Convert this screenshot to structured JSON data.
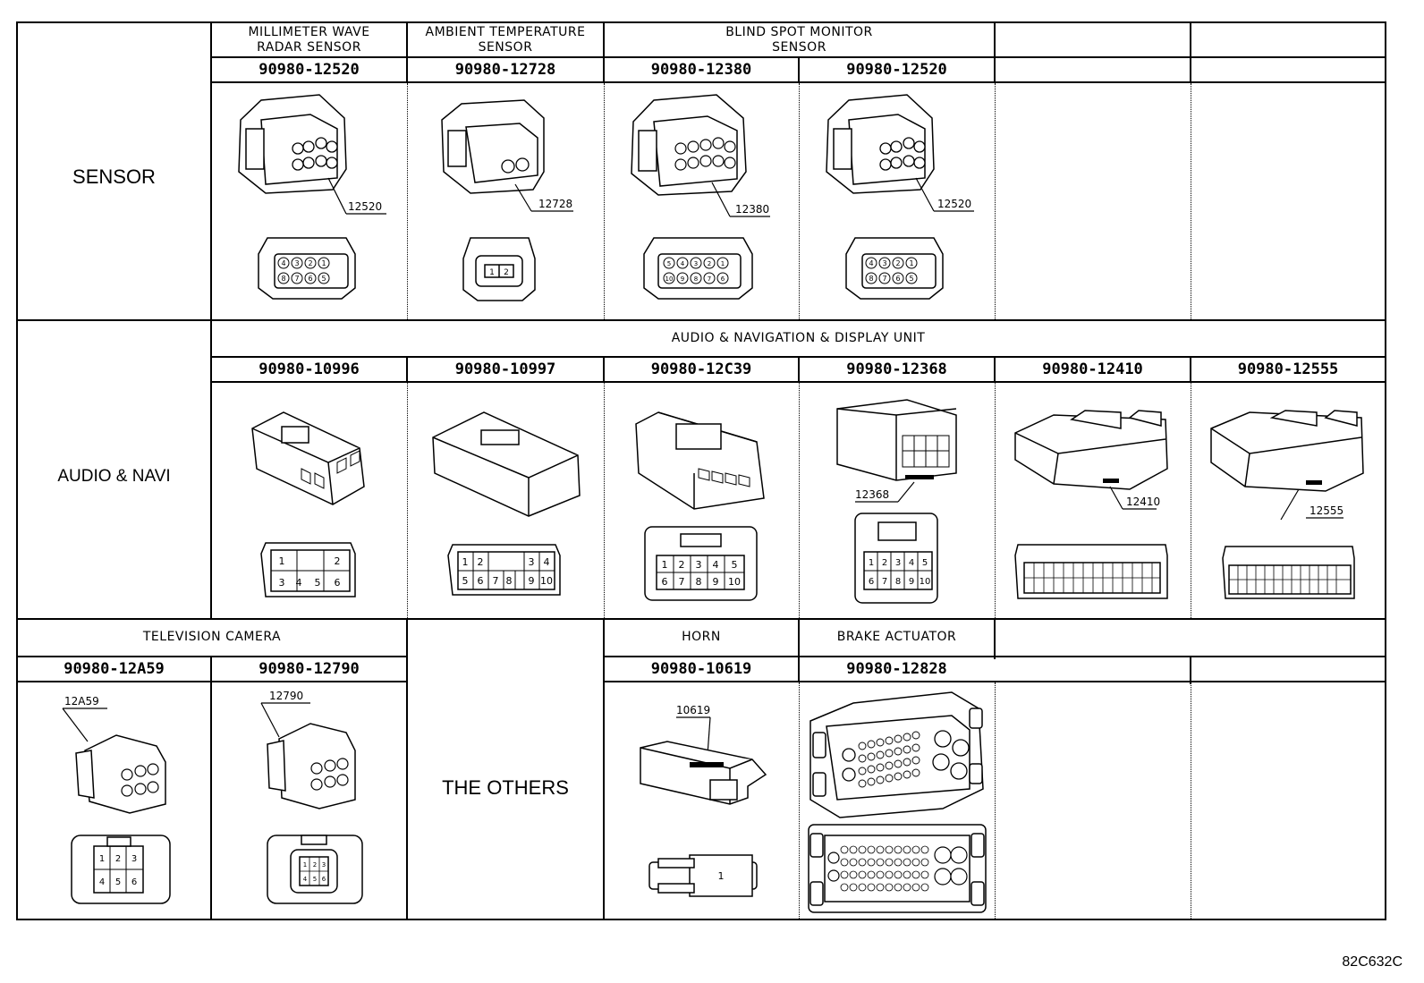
{
  "rows": [
    {
      "category": "SENSOR",
      "groups": [
        {
          "label_lines": [
            "MILLIMETER WAVE",
            "RADAR SENSOR"
          ]
        },
        {
          "label_lines": [
            "AMBIENT TEMPERATURE",
            "SENSOR"
          ]
        },
        {
          "label_lines": [
            "BLIND SPOT MONITOR",
            "SENSOR"
          ]
        }
      ],
      "connectors": [
        {
          "part": "90980-12520",
          "callout": "12520",
          "pins": [
            "4",
            "3",
            "2",
            "1",
            "8",
            "7",
            "6",
            "5"
          ]
        },
        {
          "part": "90980-12728",
          "callout": "12728",
          "pins": [
            "1",
            "2"
          ]
        },
        {
          "part": "90980-12380",
          "callout": "12380",
          "pins": [
            "5",
            "4",
            "3",
            "2",
            "1",
            "10",
            "9",
            "8",
            "7",
            "6"
          ]
        },
        {
          "part": "90980-12520",
          "callout": "12520",
          "pins": [
            "4",
            "3",
            "2",
            "1",
            "8",
            "7",
            "6",
            "5"
          ]
        }
      ]
    },
    {
      "category": "AUDIO & NAVI",
      "group_label": "AUDIO & NAVIGATION & DISPLAY UNIT",
      "connectors": [
        {
          "part": "90980-10996",
          "pins": [
            "1",
            "2",
            "3",
            "4",
            "5",
            "6"
          ]
        },
        {
          "part": "90980-10997",
          "pins": [
            "1",
            "2",
            "3",
            "4",
            "5",
            "6",
            "7",
            "8",
            "9",
            "10"
          ]
        },
        {
          "part": "90980-12C39",
          "pins": [
            "1",
            "2",
            "3",
            "4",
            "5",
            "6",
            "7",
            "8",
            "9",
            "10"
          ]
        },
        {
          "part": "90980-12368",
          "callout": "12368",
          "pins": [
            "1",
            "2",
            "3",
            "4",
            "5",
            "6",
            "7",
            "8",
            "9",
            "10"
          ]
        },
        {
          "part": "90980-12410",
          "callout": "12410"
        },
        {
          "part": "90980-12555",
          "callout": "12555"
        }
      ]
    },
    {
      "category": "THE OTHERS",
      "tv_label": "TELEVISION CAMERA",
      "horn_label": "HORN",
      "brake_label": "BRAKE ACTUATOR",
      "connectors": [
        {
          "part": "90980-12A59",
          "callout": "12A59",
          "pins": [
            "1",
            "2",
            "3",
            "4",
            "5",
            "6"
          ]
        },
        {
          "part": "90980-12790",
          "callout": "12790",
          "pins": [
            "1",
            "2",
            "3",
            "4",
            "5",
            "6"
          ]
        },
        {
          "part": "90980-10619",
          "callout": "10619",
          "pins": [
            "1"
          ]
        },
        {
          "part": "90980-12828"
        }
      ]
    }
  ],
  "figure_code": "82C632C"
}
